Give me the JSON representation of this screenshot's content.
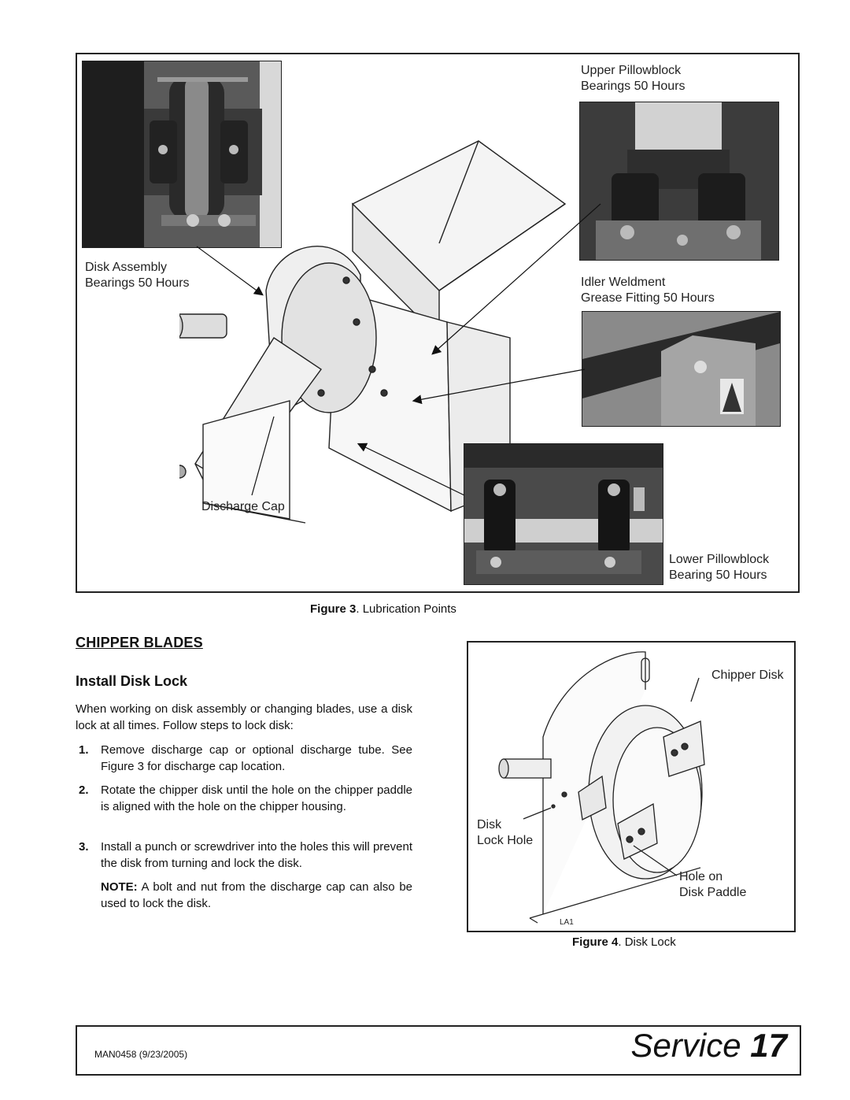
{
  "figure3": {
    "labels": {
      "upper_pillowblock": [
        "Upper Pillowblock",
        "Bearings 50 Hours"
      ],
      "disk_assembly": [
        "Disk Assembly",
        "Bearings 50 Hours"
      ],
      "idler_weldment": [
        "Idler Weldment",
        "Grease Fitting 50 Hours"
      ],
      "discharge_cap": "Discharge Cap",
      "lower_pillowblock": [
        "Lower Pillowblock",
        "Bearing 50 Hours"
      ]
    },
    "caption_num": "Figure 3",
    "caption_text": ". Lubrication Points"
  },
  "section_title": "CHIPPER BLADES",
  "subsection_title": "Install Disk Lock",
  "intro": "When working on disk assembly or changing blades, use a disk lock at all times. Follow steps to lock disk:",
  "steps": [
    {
      "num": "1.",
      "text": "Remove discharge cap or optional discharge tube. See Figure 3 for discharge cap location."
    },
    {
      "num": "2.",
      "text": "Rotate the chipper disk until the hole on the chipper paddle is aligned with the hole on the chipper housing."
    },
    {
      "num": "3.",
      "text": "Install a punch or screwdriver into the holes this will prevent the disk from turning and lock the disk."
    }
  ],
  "note": {
    "label": "NOTE:",
    "text": " A bolt and nut from the discharge cap can also be used to lock the disk."
  },
  "figure4": {
    "labels": {
      "chipper_disk": "Chipper Disk",
      "disk_lock_hole": [
        "Disk",
        "Lock Hole"
      ],
      "hole_on_disk_paddle": [
        "Hole on",
        "Disk Paddle"
      ],
      "code": "LA1"
    },
    "caption_num": "Figure 4",
    "caption_text": ". Disk Lock"
  },
  "footer": {
    "doc_code": "MAN0458 (9/23/2005)",
    "section": "Service",
    "page": "17"
  }
}
